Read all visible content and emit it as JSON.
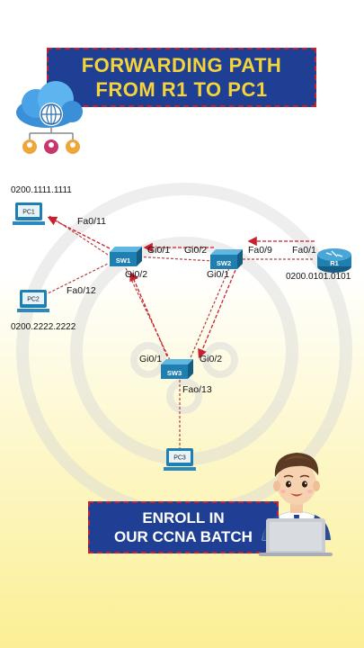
{
  "title": {
    "line1": "FORWARDING PATH",
    "line2": "FROM R1 TO PC1"
  },
  "devices": {
    "pc1": {
      "label": "PC1",
      "mac": "0200.1111.1111"
    },
    "pc2": {
      "label": "PC2",
      "mac": "0200.2222.2222"
    },
    "pc3": {
      "label": "PC3"
    },
    "sw1": {
      "label": "SW1"
    },
    "sw2": {
      "label": "SW2"
    },
    "sw3": {
      "label": "SW3"
    },
    "r1": {
      "label": "R1",
      "mac": "0200.0101.0101"
    }
  },
  "ports": {
    "sw1_fa011": "Fa0/11",
    "sw1_fa012": "Fa0/12",
    "sw1_gi01": "Gi0/1",
    "sw1_gi02": "Gi0/2",
    "sw2_gi02": "Gi0/2",
    "sw2_fa09": "Fa0/9",
    "sw2_gi01": "Gi0/1",
    "r1_fa01": "Fa0/1",
    "sw3_gi01": "Gi0/1",
    "sw3_gi02": "Gi0/2",
    "sw3_fa013": "Fao/13"
  },
  "cta": {
    "line1": "ENROLL IN",
    "line2": "OUR CCNA BATCH"
  },
  "colors": {
    "navy": "#1f3f95",
    "title_yellow": "#f5d43a",
    "dashed_red": "#c8202c",
    "device_blue": "#1f7fb0"
  }
}
